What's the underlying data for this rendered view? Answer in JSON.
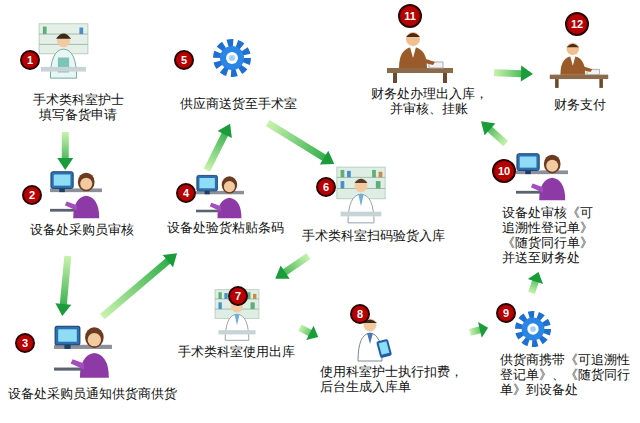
{
  "diagram": {
    "nodes": [
      {
        "text": [
          "1",
          "手术类科室护士 填写备货申请"
        ]
      },
      {
        "text": [
          "2",
          "设备处采购员审核"
        ]
      },
      {
        "text": [
          "3",
          "设备处采购员通知供货商供货"
        ]
      },
      {
        "text": [
          "4",
          "设备处验货粘贴条码"
        ]
      },
      {
        "text": [
          "5",
          "供应商送货至手术室"
        ]
      },
      {
        "text": [
          "6",
          "手术类科室扫码验货入库"
        ]
      },
      {
        "text": [
          "7",
          "手术类科室使用出库"
        ]
      },
      {
        "text": [
          "8",
          "使用科室护士执行扣费， 后台生成入库单"
        ]
      },
      {
        "text": [
          "9",
          "供货商携带《可追溯性 登记单》、《随货同行 单》到设备处"
        ]
      },
      {
        "text": [
          "10",
          "设备处审核《可 追溯性登记单》 《随货同行单》 并送至财务处"
        ]
      },
      {
        "text": [
          "11",
          "财务处办理出入库， 并审核、挂账"
        ]
      },
      {
        "text": [
          "12",
          "财务支付"
        ]
      }
    ],
    "edges": [
      {
        "from": 0,
        "to": 1,
        "arrow": "to"
      },
      {
        "from": 1,
        "to": 2,
        "arrow": "to"
      },
      {
        "from": 2,
        "to": 3,
        "arrow": "to"
      },
      {
        "from": 3,
        "to": 4,
        "arrow": "to"
      },
      {
        "from": 4,
        "to": 5,
        "arrow": "to"
      },
      {
        "from": 5,
        "to": 6,
        "arrow": "to"
      },
      {
        "from": 6,
        "to": 7,
        "arrow": "to"
      },
      {
        "from": 7,
        "to": 8,
        "arrow": "to"
      },
      {
        "from": 8,
        "to": 9,
        "arrow": "to"
      },
      {
        "from": 9,
        "to": 10,
        "arrow": "to"
      },
      {
        "from": 10,
        "to": 11,
        "arrow": "to"
      }
    ]
  }
}
